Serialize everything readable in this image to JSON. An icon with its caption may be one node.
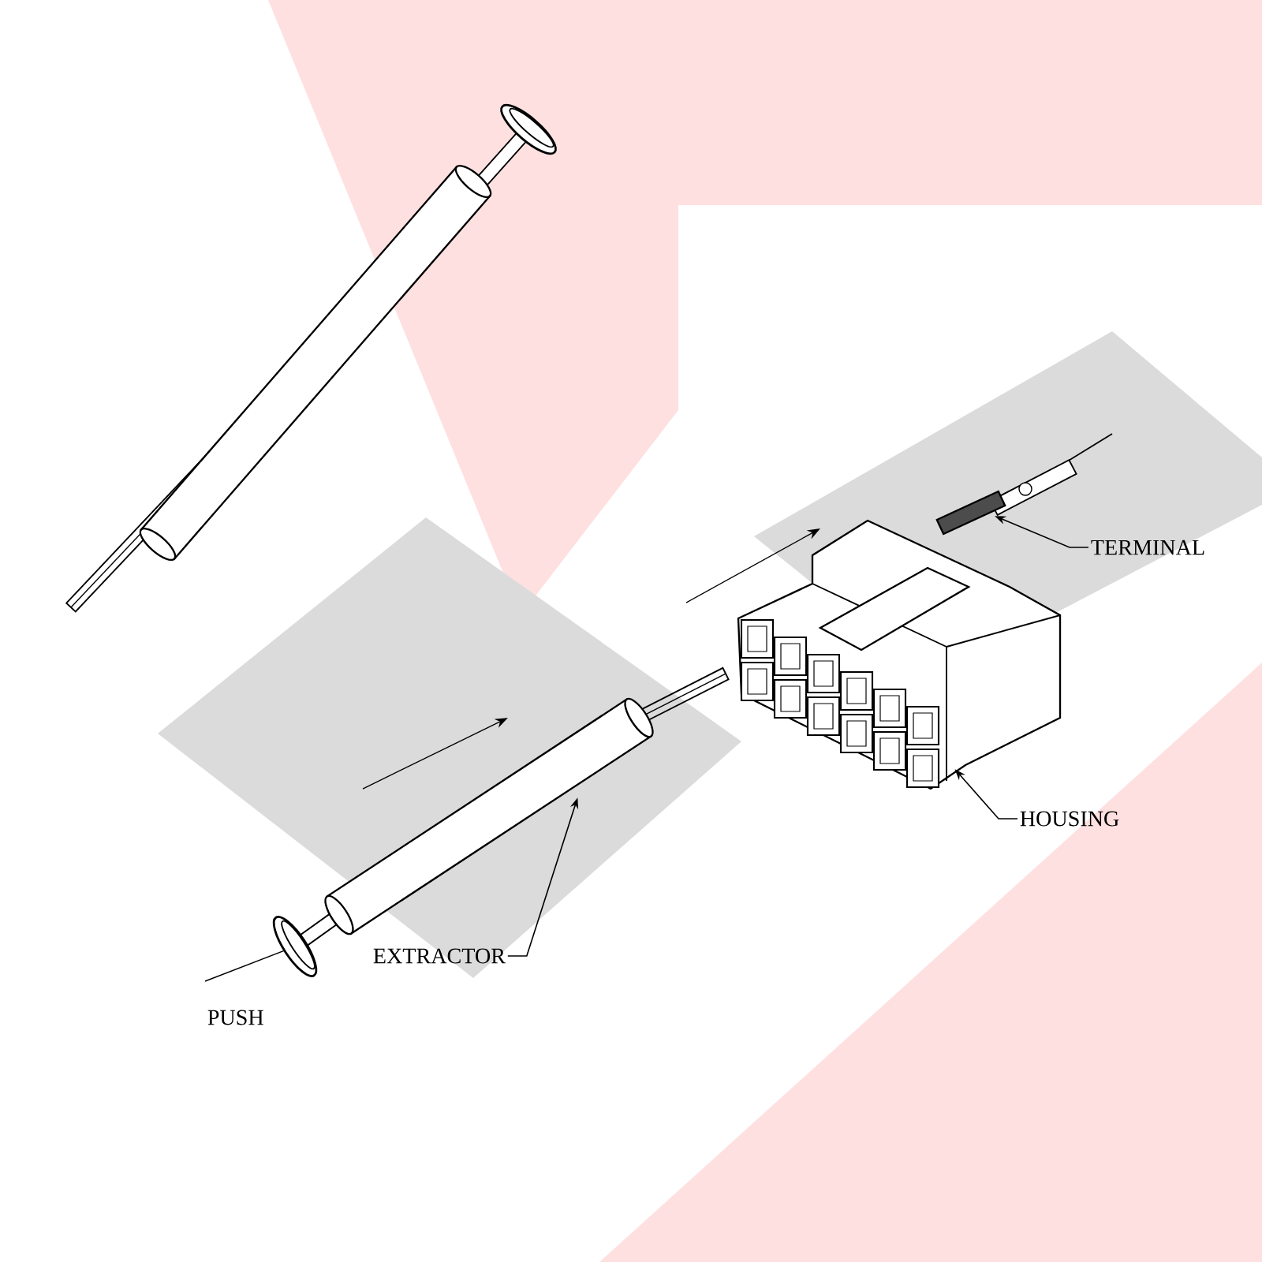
{
  "diagram": {
    "nodes": [
      {
        "text": [
          "TERMINAL"
        ]
      },
      {
        "text": [],
        "shape": "picture"
      },
      {
        "text": [
          "HOUSING"
        ]
      },
      {
        "text": [],
        "shape": "picture"
      },
      {
        "text": [
          "EXTRACTOR"
        ]
      },
      {
        "text": [],
        "shape": "picture"
      }
    ],
    "edges": [
      {
        "from": 0,
        "to": 1,
        "arrow": "to"
      },
      {
        "from": 2,
        "to": 3,
        "arrow": "to"
      },
      {
        "from": 4,
        "to": 5,
        "arrow": "to"
      }
    ],
    "labels": [
      "PUSH"
    ]
  }
}
